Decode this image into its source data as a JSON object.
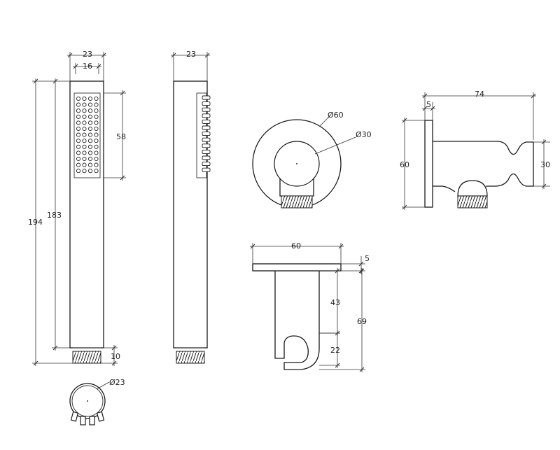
{
  "dimensions": {
    "handset_width": "23",
    "handset_inner_width": "16",
    "handset_total_length": "194",
    "handset_body_length": "183",
    "spray_face_length": "58",
    "thread_length": "10",
    "handset_diameter": "Ø23",
    "side_width": "23",
    "outlet_plate_diameter": "Ø60",
    "outlet_inner_diameter": "Ø30",
    "outlet_depth": "74",
    "plate_thickness": "5",
    "plate_height": "60",
    "holder_diameter": "30",
    "bracket_width": "60",
    "bracket_plate_thickness": "5",
    "bracket_arm_length": "43",
    "bracket_total_length": "69",
    "bracket_cradle_height": "22"
  }
}
